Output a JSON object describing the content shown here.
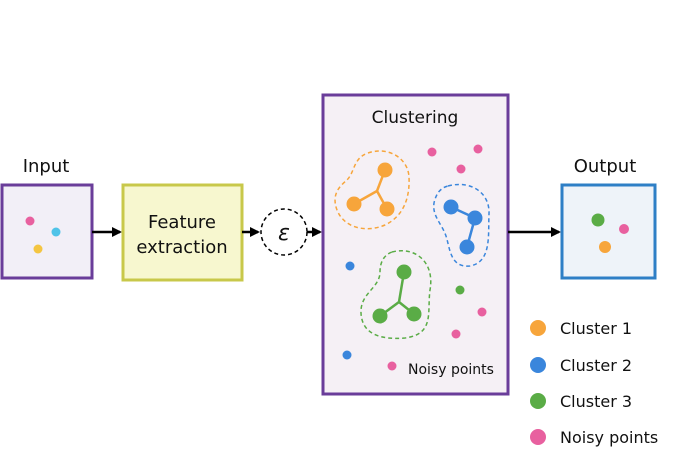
{
  "input": {
    "label": "Input"
  },
  "feature_extraction": {
    "line1": "Feature",
    "line2": "extraction"
  },
  "epsilon": {
    "symbol": "ε"
  },
  "clustering": {
    "title": "Clustering",
    "noisy_label": "Noisy points"
  },
  "output": {
    "label": "Output"
  },
  "legend": [
    {
      "label": "Cluster 1",
      "color": "#f7a53b"
    },
    {
      "label": "Cluster 2",
      "color": "#3a86dc"
    },
    {
      "label": "Cluster 3",
      "color": "#5aac46"
    },
    {
      "label": "Noisy points",
      "color": "#e8609f"
    }
  ],
  "colors": {
    "cluster1": "#f7a53b",
    "cluster2": "#3a86dc",
    "cluster3": "#5aac46",
    "noise": "#e8609f",
    "input_cyan": "#4fc3e8",
    "input_yellow": "#f4c542",
    "frame_purple": "#6a3d9a",
    "frame_blue": "#2e7fc6",
    "feature_border": "#c8c84a",
    "feature_fill": "#f7f7cf",
    "panel_fill": "#f5f0f5"
  }
}
